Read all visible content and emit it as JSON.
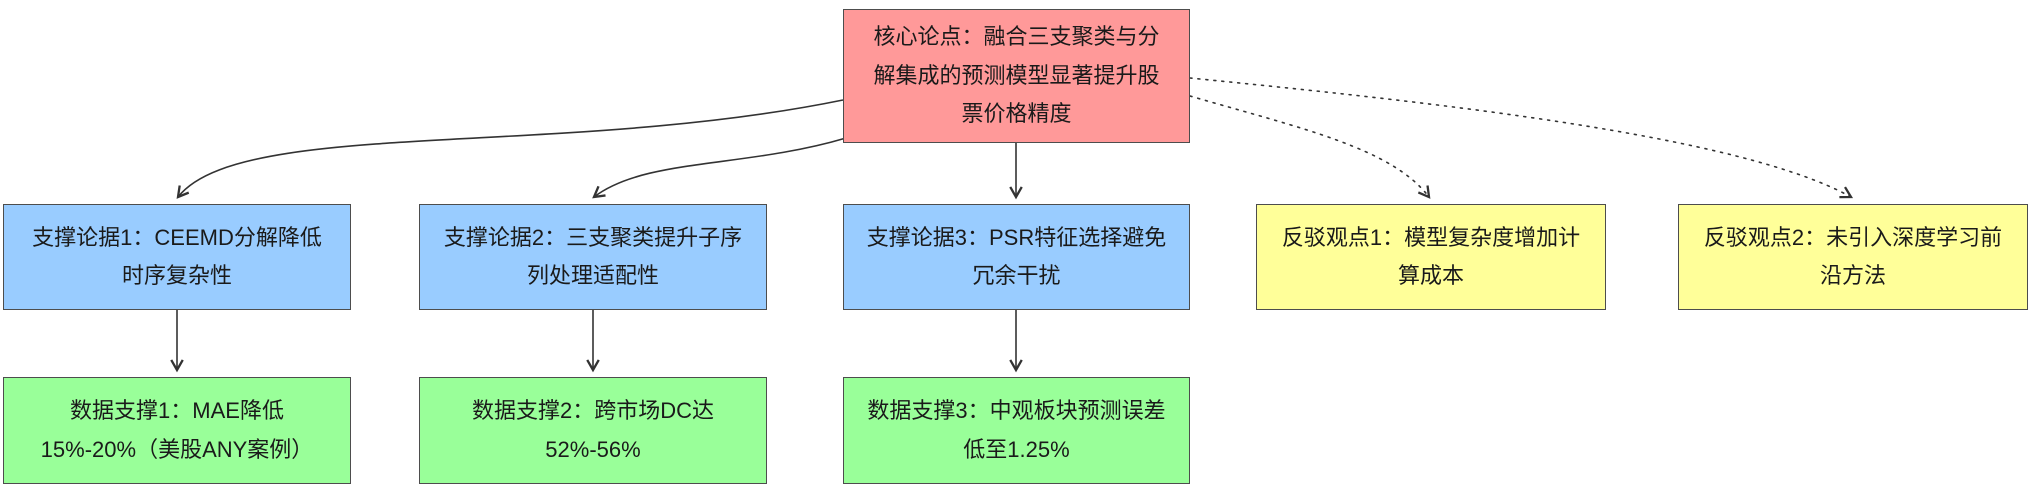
{
  "diagram": {
    "core": {
      "label": "核心论点：融合三支聚类与分解集成的预测模型显著提升股票价格精度"
    },
    "supports": [
      {
        "label": "支撑论据1：CEEMD分解降低时序复杂性"
      },
      {
        "label": "支撑论据2：三支聚类提升子序列处理适配性"
      },
      {
        "label": "支撑论据3：PSR特征选择避免冗余干扰"
      }
    ],
    "rebuttals": [
      {
        "label": "反驳观点1：模型复杂度增加计算成本"
      },
      {
        "label": "反驳观点2：未引入深度学习前沿方法"
      }
    ],
    "data_supports": [
      {
        "label": "数据支撑1：MAE降低15%-20%（美股ANY案例）"
      },
      {
        "label": "数据支撑2：跨市场DC达52%-56%"
      },
      {
        "label": "数据支撑3：中观板块预测误差低至1.25%"
      }
    ],
    "colors": {
      "core_fill": "#ff9999",
      "support_fill": "#99ccff",
      "rebuttal_fill": "#ffff99",
      "data_fill": "#99ff99",
      "border": "#4d4d4d",
      "arrow": "#333333",
      "background": "#ffffff"
    }
  }
}
